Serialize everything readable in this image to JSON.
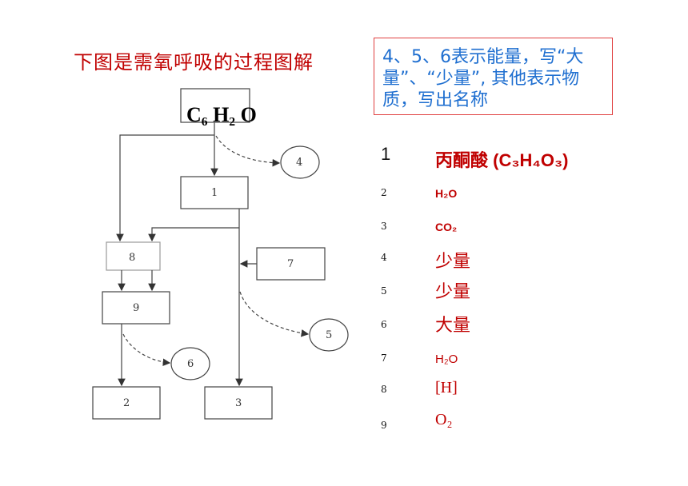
{
  "title": "下图是需氧呼吸的过程图解",
  "note": "4、5、6表示能量，写“大量”、“少量”, 其他表示物质，写出名称",
  "formula": "C₆ H₂ O",
  "diagram_labels": {
    "box_1": "1",
    "box_8": "8",
    "box_7": "7",
    "box_9": "9",
    "box_2": "2",
    "box_3": "3",
    "circle_4": "4",
    "circle_5": "5",
    "circle_6": "6"
  },
  "legend": [
    {
      "num": "1",
      "value": "丙酮酸 (C₃H₄O₃)"
    },
    {
      "num": "2",
      "value": "H₂O"
    },
    {
      "num": "3",
      "value": "CO₂"
    },
    {
      "num": "4",
      "value": "少量"
    },
    {
      "num": "5",
      "value": "少量"
    },
    {
      "num": "6",
      "value": "大量"
    },
    {
      "num": "7",
      "value": "H₂O"
    },
    {
      "num": "8",
      "value": "[H]"
    },
    {
      "num": "9",
      "value": "O₂"
    }
  ],
  "colors": {
    "title": "#c00000",
    "note": "#1f6fd0",
    "note_border": "#e04040",
    "answer": "#c00000"
  }
}
